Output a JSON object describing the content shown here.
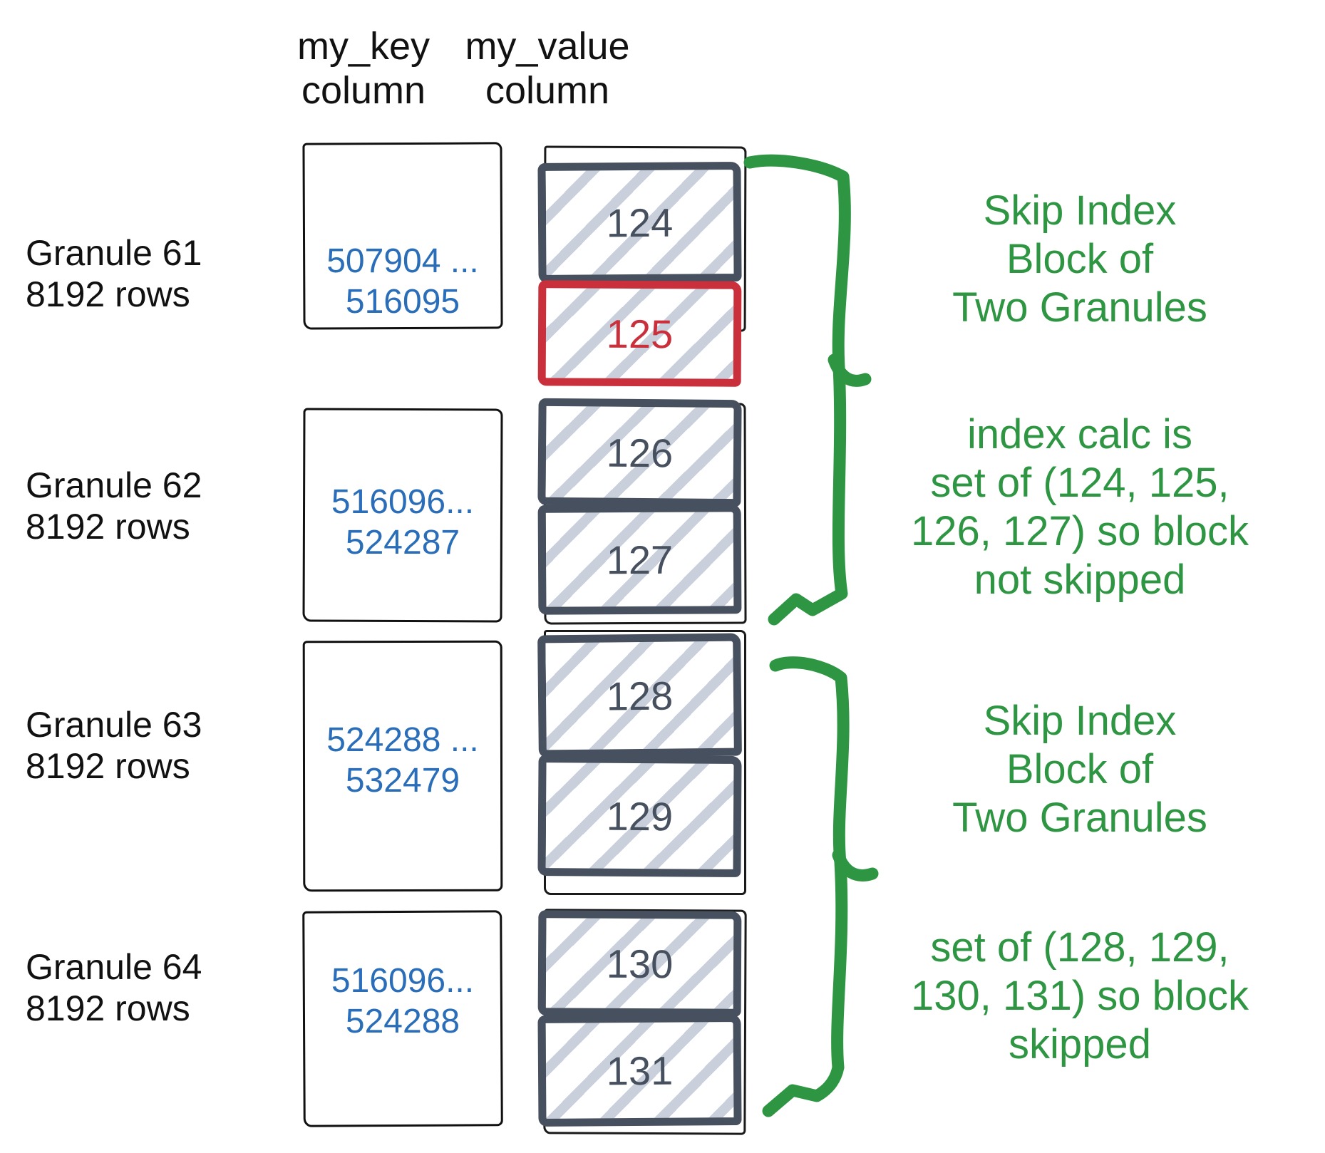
{
  "headers": {
    "key": {
      "line1": "my_key",
      "line2": "column"
    },
    "value": {
      "line1": "my_value",
      "line2": "column"
    }
  },
  "granules": [
    {
      "label": "Granule 61",
      "rows": "8192 rows",
      "key_line1": "507904 ...",
      "key_line2": "516095",
      "blocks": [
        "124",
        "125"
      ],
      "highlighted_block": "125"
    },
    {
      "label": "Granule 62",
      "rows": "8192 rows",
      "key_line1": "516096...",
      "key_line2": "524287",
      "blocks": [
        "126",
        "127"
      ]
    },
    {
      "label": "Granule 63",
      "rows": "8192 rows",
      "key_line1": "524288 ...",
      "key_line2": "532479",
      "blocks": [
        "128",
        "129"
      ]
    },
    {
      "label": "Granule 64",
      "rows": "8192 rows",
      "key_line1": "516096...",
      "key_line2": "524288",
      "blocks": [
        "130",
        "131"
      ]
    }
  ],
  "annotations": [
    {
      "lines": [
        "Skip Index",
        "Block of",
        "Two Granules"
      ]
    },
    {
      "lines": [
        "index calc is",
        "set of (124, 125,",
        "126, 127) so block",
        "not skipped"
      ]
    },
    {
      "lines": [
        "Skip Index",
        "Block of",
        "Two Granules"
      ]
    },
    {
      "lines": [
        "set of (128, 129,",
        "130, 131) so block",
        "skipped"
      ]
    }
  ],
  "colors": {
    "annotation_green": "#2e9642",
    "key_text_blue": "#2a6db8",
    "block_slate": "#47505e",
    "highlight_red": "#c9303c",
    "hatch_gray": "#c9d0dc",
    "outline_black": "#1a1a1a"
  }
}
